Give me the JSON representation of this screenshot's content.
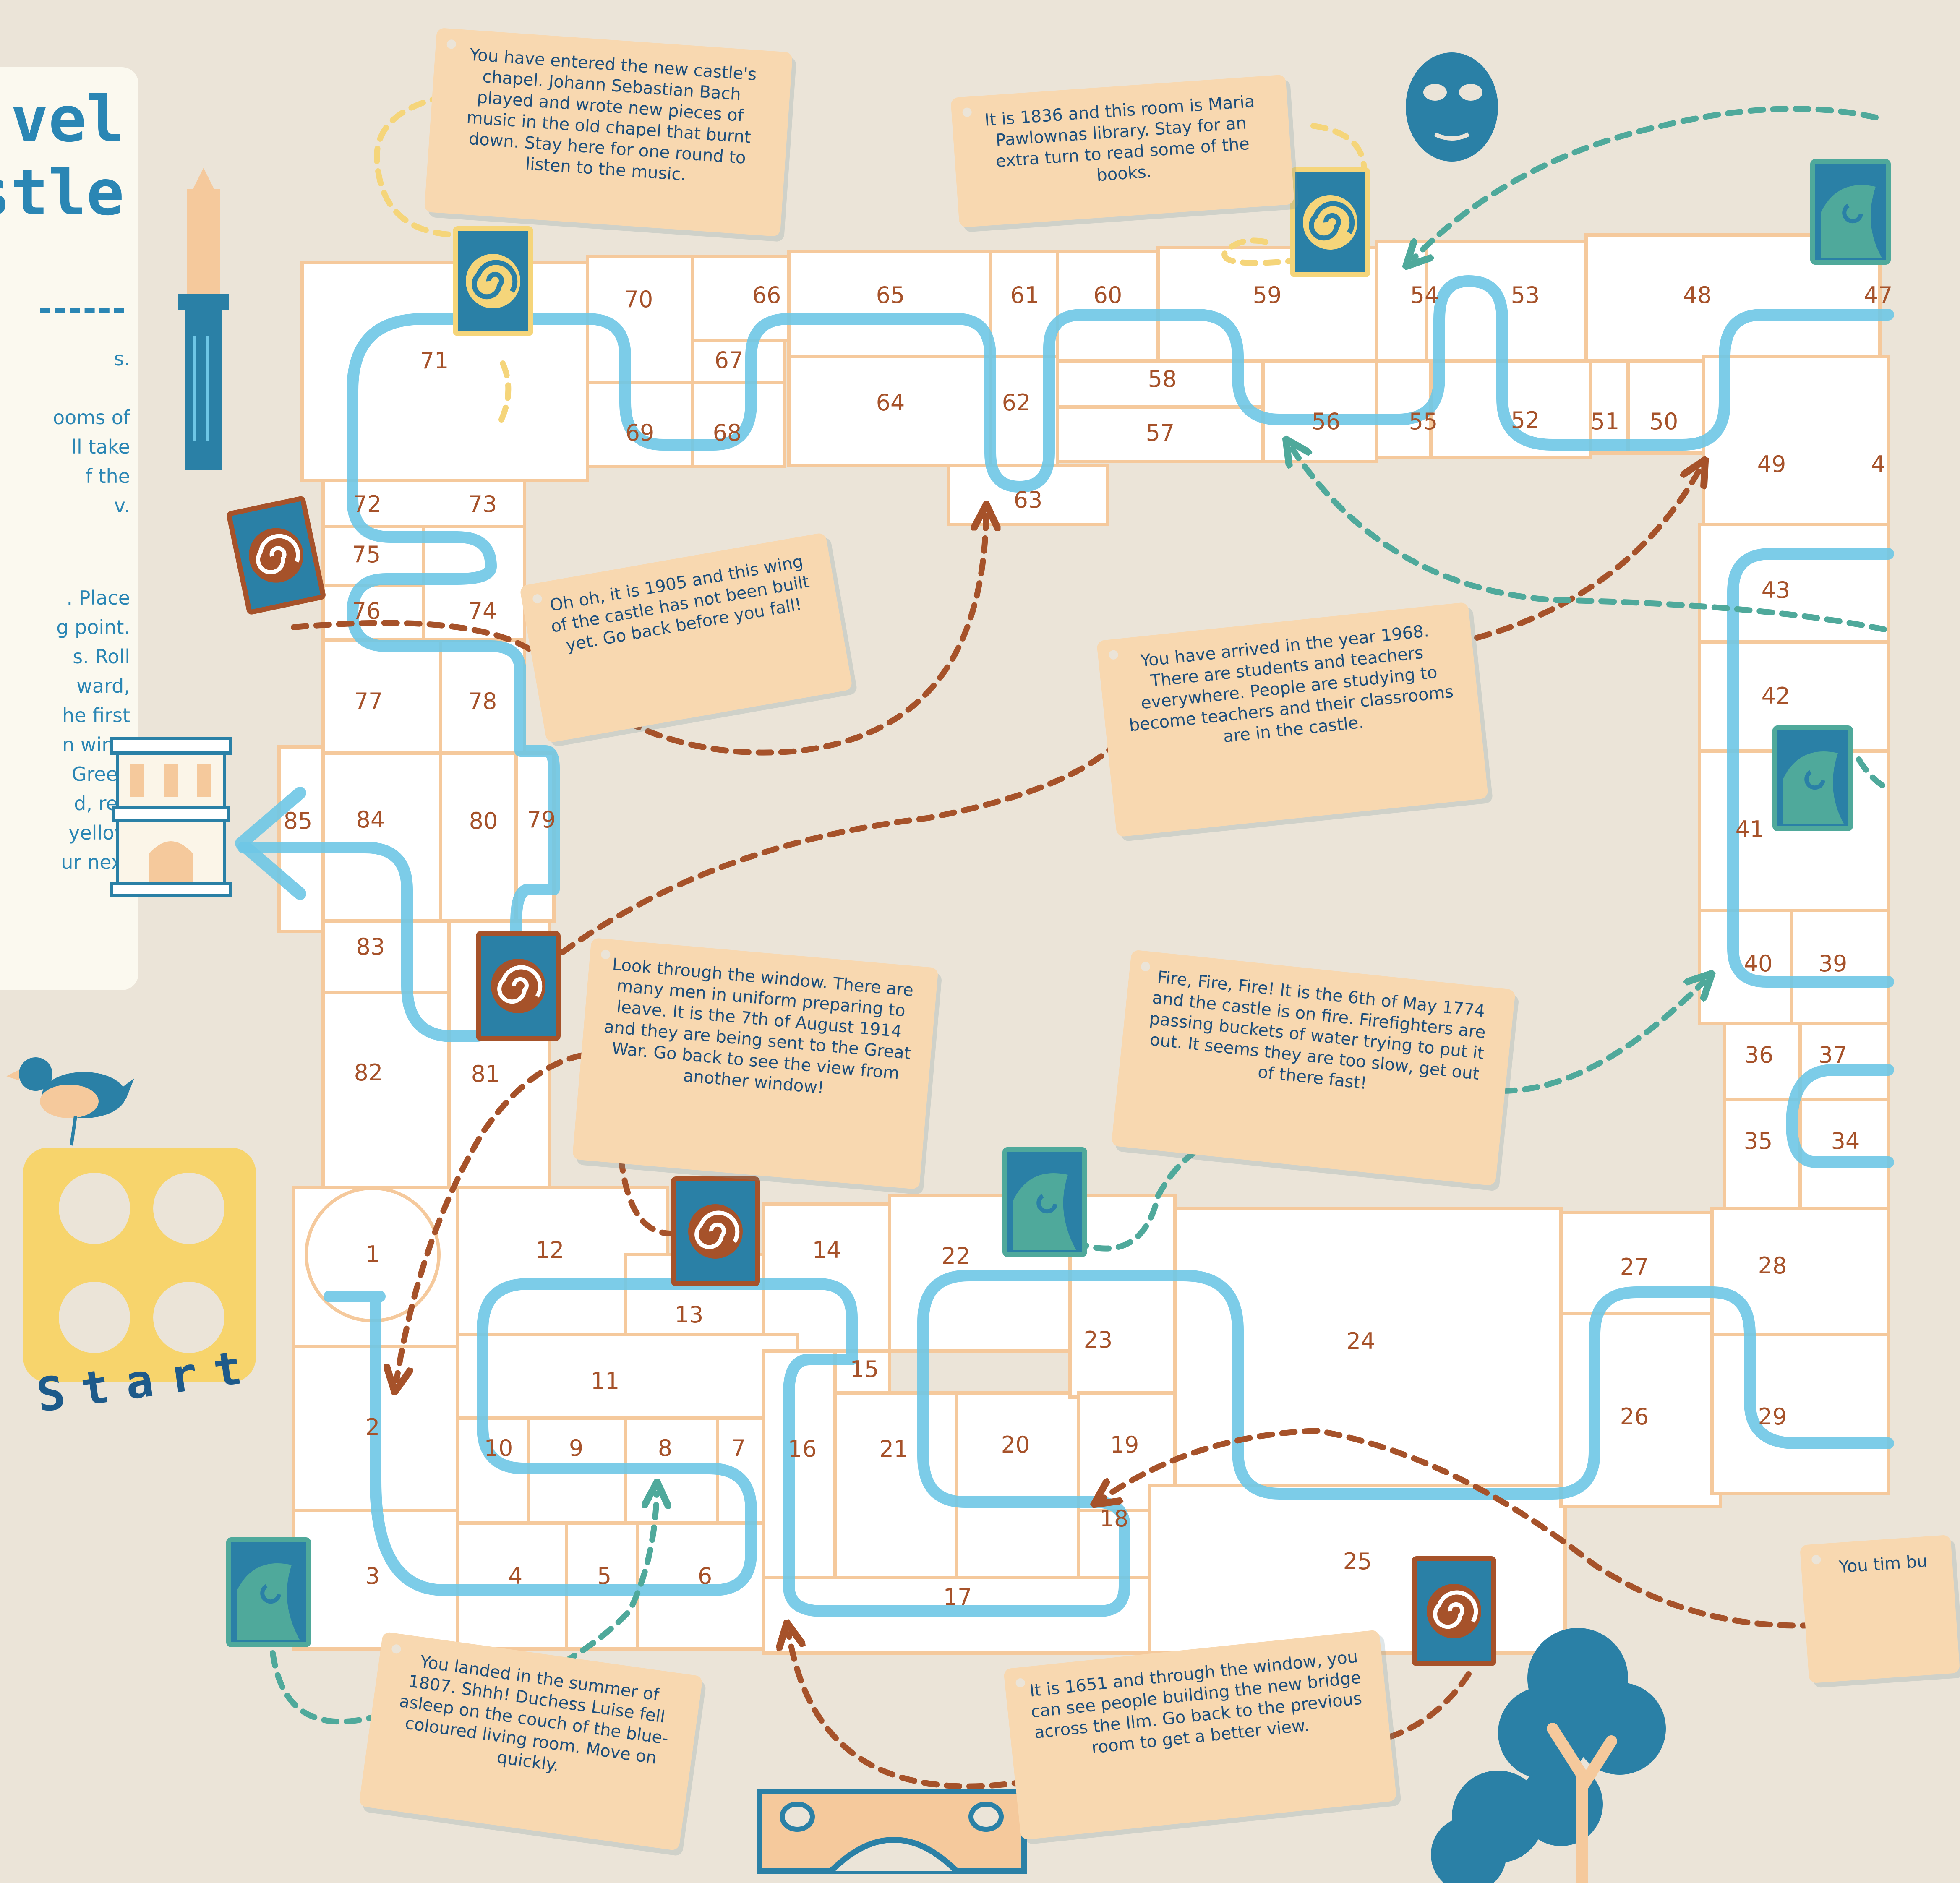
{
  "title": {
    "line1": "vel",
    "line2": "stle"
  },
  "panel": {
    "lines": [
      "s.",
      "ooms of",
      "ll take",
      "f the",
      "v.",
      ". Place",
      "g point.",
      "s. Roll",
      "ward,",
      "he first",
      "n wins.",
      "Green",
      "d, red",
      "yellow",
      "ur next"
    ]
  },
  "start_label": "Start",
  "rooms": [
    "1",
    "2",
    "3",
    "4",
    "5",
    "6",
    "7",
    "8",
    "9",
    "10",
    "11",
    "12",
    "13",
    "14",
    "15",
    "16",
    "17",
    "18",
    "19",
    "20",
    "21",
    "22",
    "23",
    "24",
    "25",
    "26",
    "27",
    "28",
    "29",
    "34",
    "35",
    "36",
    "37",
    "39",
    "40",
    "41",
    "42",
    "43",
    "47",
    "48",
    "49",
    "4",
    "50",
    "51",
    "52",
    "53",
    "54",
    "55",
    "56",
    "57",
    "58",
    "59",
    "60",
    "61",
    "62",
    "63",
    "64",
    "65",
    "66",
    "67",
    "68",
    "69",
    "70",
    "71",
    "72",
    "73",
    "74",
    "75",
    "76",
    "77",
    "78",
    "79",
    "80",
    "81",
    "82",
    "83",
    "84",
    "85"
  ],
  "cards": {
    "chapel": "You have entered the new castle's chapel. Johann Sebastian Bach played and wrote new pieces of music in the old chapel that burnt down. Stay here for one round to listen to the music.",
    "library": "It is 1836 and this room is Maria Pawlownas library. Stay for an extra turn to read some of the books.",
    "wing_1905": "Oh oh, it is 1905 and this wing of the castle has not been built yet. Go back before you fall!",
    "year_1968": "You have arrived in the year 1968. There are students and teachers everywhere. People are studying to become teachers and their classrooms are in the castle.",
    "war_1914": "Look through the window. There are many men in uniform preparing to leave. It is the 7th of August 1914 and they are being sent to the Great War. Go back to see the view from another window!",
    "fire_1774": "Fire, Fire, Fire! It is the 6th of May 1774 and the castle is on fire. Firefighters are passing buckets of water trying to put it out. It seems they are too slow, get out of there fast!",
    "summer_1807": "You landed in the summer of 1807. Shhh! Duchess Luise fell asleep on the couch of the blue-coloured living room. Move on quickly.",
    "bridge_1651": "It is 1651 and through the window, you can see people building the new bridge across the Ilm. Go back to the previous room to get a better view.",
    "partial_right": "You tim bu"
  },
  "colors": {
    "background": "#ebe4d8",
    "room_outline": "#f5c99c",
    "path_blue": "#6ec6e6",
    "card_blue": "#2a80a6",
    "arrow_brown": "#a6522a",
    "arrow_teal": "#4fa99b",
    "arrow_yellow": "#f5d57a",
    "tag_orange": "#f8d8b0",
    "text_navy": "#1d4f7c",
    "room_number": "#a6522a"
  },
  "icons": [
    "tower-icon",
    "building-icon",
    "bird-icon",
    "dice-icon",
    "mask-icon",
    "bridge-icon",
    "tree-icon",
    "swirl-card-icon"
  ]
}
